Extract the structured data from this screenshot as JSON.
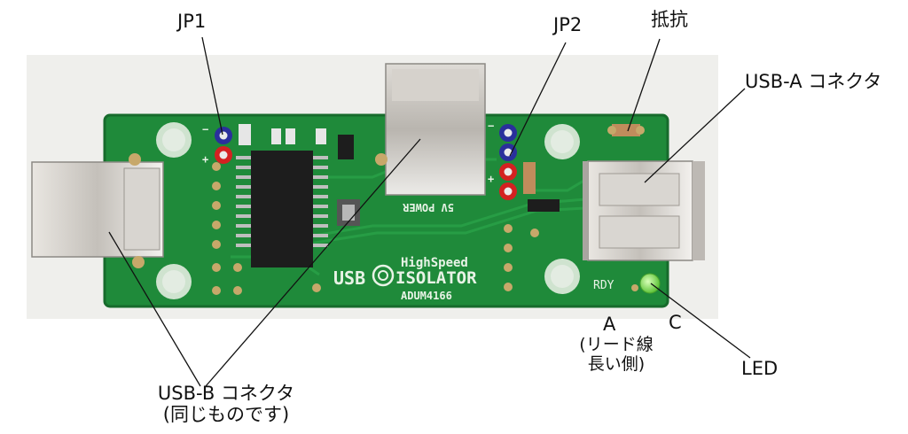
{
  "labels": {
    "jp1": "JP1",
    "jp2": "JP2",
    "resistor": "抵抗",
    "usb_a": "USB-A コネクタ",
    "usb_b_line1": "USB-B コネクタ",
    "usb_b_line2": "(同じものです)",
    "led": "LED",
    "anode": "A",
    "anode_note_line1": "(リード線",
    "anode_note_line2": "長い側)",
    "cathode": "C"
  },
  "board": {
    "brand_usb": "USB",
    "brand_highspeed": "HighSpeed",
    "brand_isolator": "ISOLATOR",
    "brand_chip": "ADUM4166",
    "power_label": "5V POWER",
    "rdy_label": "RDY",
    "minus_mark": "−",
    "plus_mark": "+"
  },
  "colors": {
    "pcb_green": "#1f8a3a",
    "pcb_dark": "#176b2c",
    "background_board": "#f2f2ef",
    "pin_blue": "#2a2f9c",
    "pin_red": "#d42121",
    "led_green": "#8ee35a",
    "connector_metal": "#c9c6c2"
  }
}
